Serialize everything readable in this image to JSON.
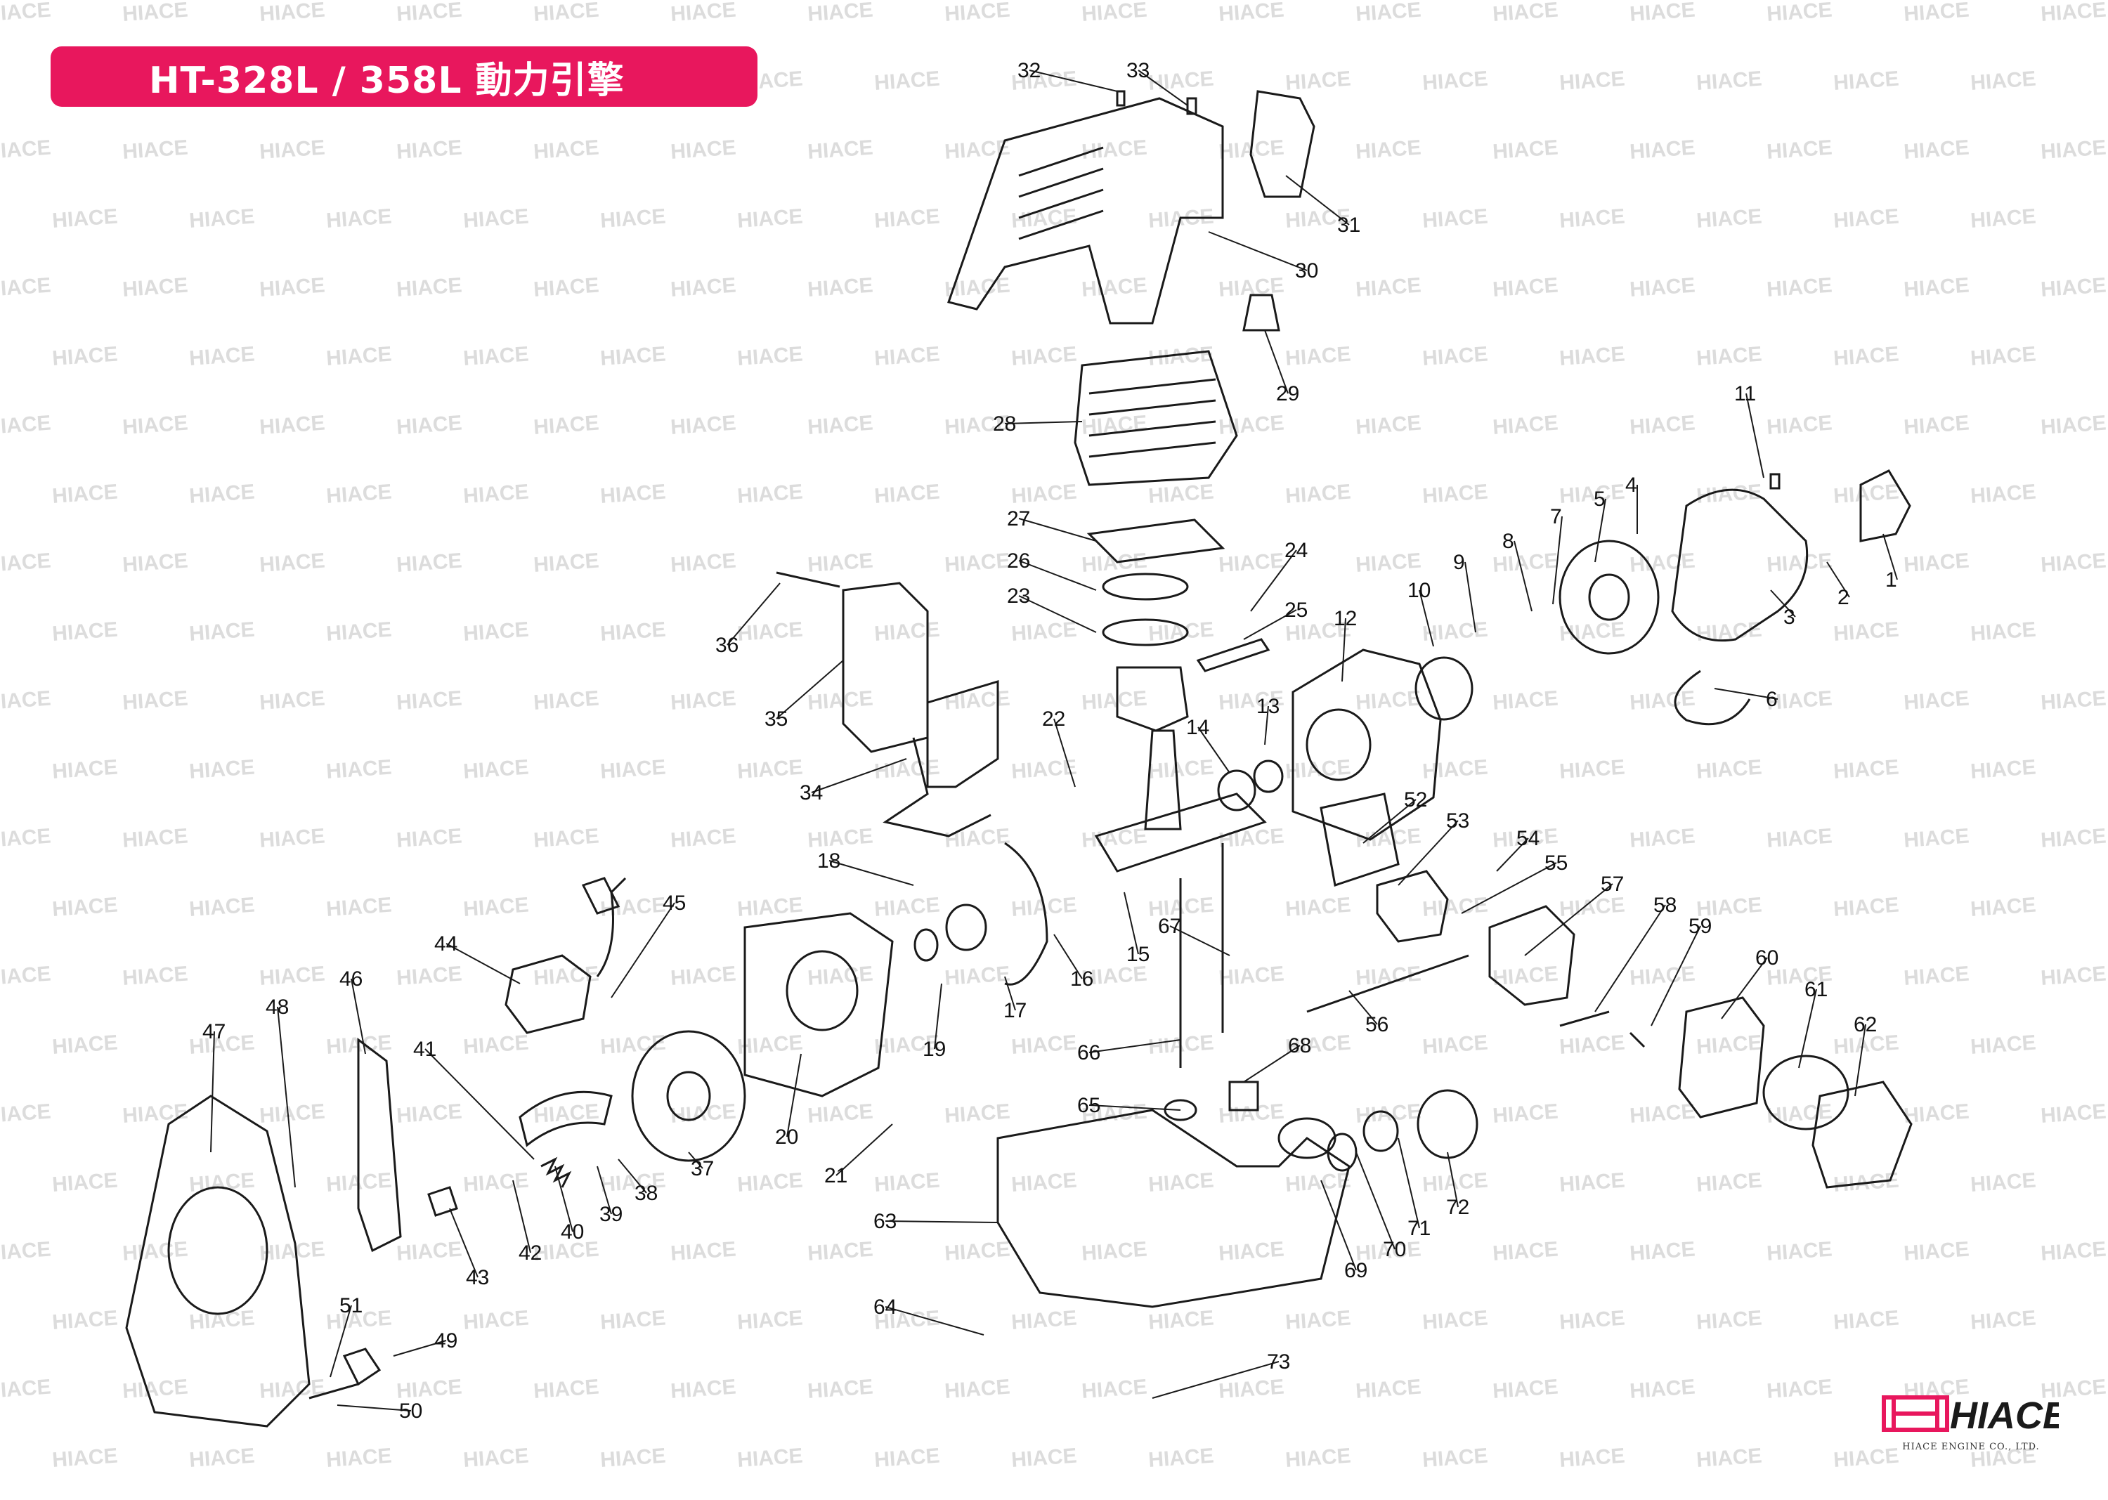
{
  "title": "HT-328L / 358L 動力引擎",
  "watermark": "HIACE",
  "brand": {
    "name": "HIACE",
    "company": "HIACE ENGINE CO., LTD."
  },
  "colors": {
    "title_bg": "#e8175d",
    "title_text": "#ffffff",
    "line": "#1a1a1a",
    "watermark": "#dcdcdc"
  },
  "parts": [
    "1",
    "2",
    "3",
    "4",
    "5",
    "6",
    "7",
    "8",
    "9",
    "10",
    "11",
    "12",
    "13",
    "14",
    "15",
    "16",
    "17",
    "18",
    "19",
    "20",
    "21",
    "22",
    "23",
    "24",
    "25",
    "26",
    "27",
    "28",
    "29",
    "30",
    "31",
    "32",
    "33",
    "34",
    "35",
    "36",
    "37",
    "38",
    "39",
    "40",
    "41",
    "42",
    "43",
    "44",
    "45",
    "46",
    "47",
    "48",
    "49",
    "50",
    "51",
    "52",
    "53",
    "54",
    "55",
    "56",
    "57",
    "58",
    "59",
    "60",
    "61",
    "62",
    "63",
    "64",
    "65",
    "66",
    "67",
    "68",
    "69",
    "70",
    "71",
    "72",
    "73"
  ]
}
